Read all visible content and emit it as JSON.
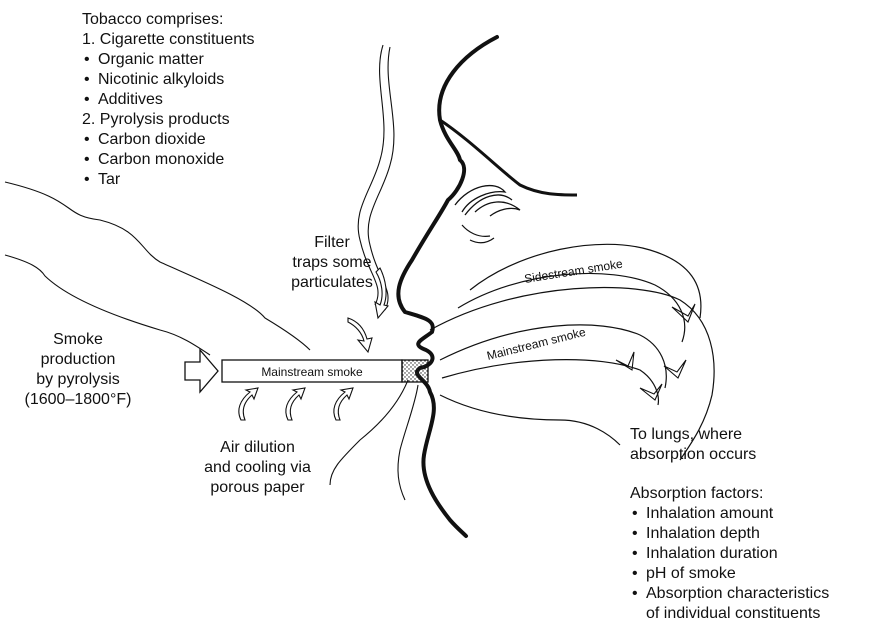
{
  "tobacco": {
    "heading": "Tobacco comprises:",
    "groups": [
      {
        "title": "1. Cigarette constituents",
        "items": [
          "Organic matter",
          "Nicotinic alkyloids",
          "Additives"
        ]
      },
      {
        "title": "2. Pyrolysis products",
        "items": [
          "Carbon dioxide",
          "Carbon monoxide",
          "Tar"
        ]
      }
    ]
  },
  "filter_note": [
    "Filter",
    "traps some",
    "particulates"
  ],
  "smoke_production": [
    "Smoke",
    "production",
    "by pyrolysis",
    "(1600–1800°F)"
  ],
  "cigarette_label": "Mainstream smoke",
  "air_dilution": [
    "Air dilution",
    "and cooling via",
    "porous paper"
  ],
  "sidestream_label": "Sidestream smoke",
  "mainstream_label": "Mainstream smoke",
  "lungs_note": [
    "To lungs, where",
    "absorption occurs"
  ],
  "absorption": {
    "heading": "Absorption factors:",
    "items": [
      "Inhalation amount",
      "Inhalation depth",
      "Inhalation duration",
      "pH of smoke",
      "Absorption characteristics"
    ],
    "continuation": "of individual constituents"
  }
}
